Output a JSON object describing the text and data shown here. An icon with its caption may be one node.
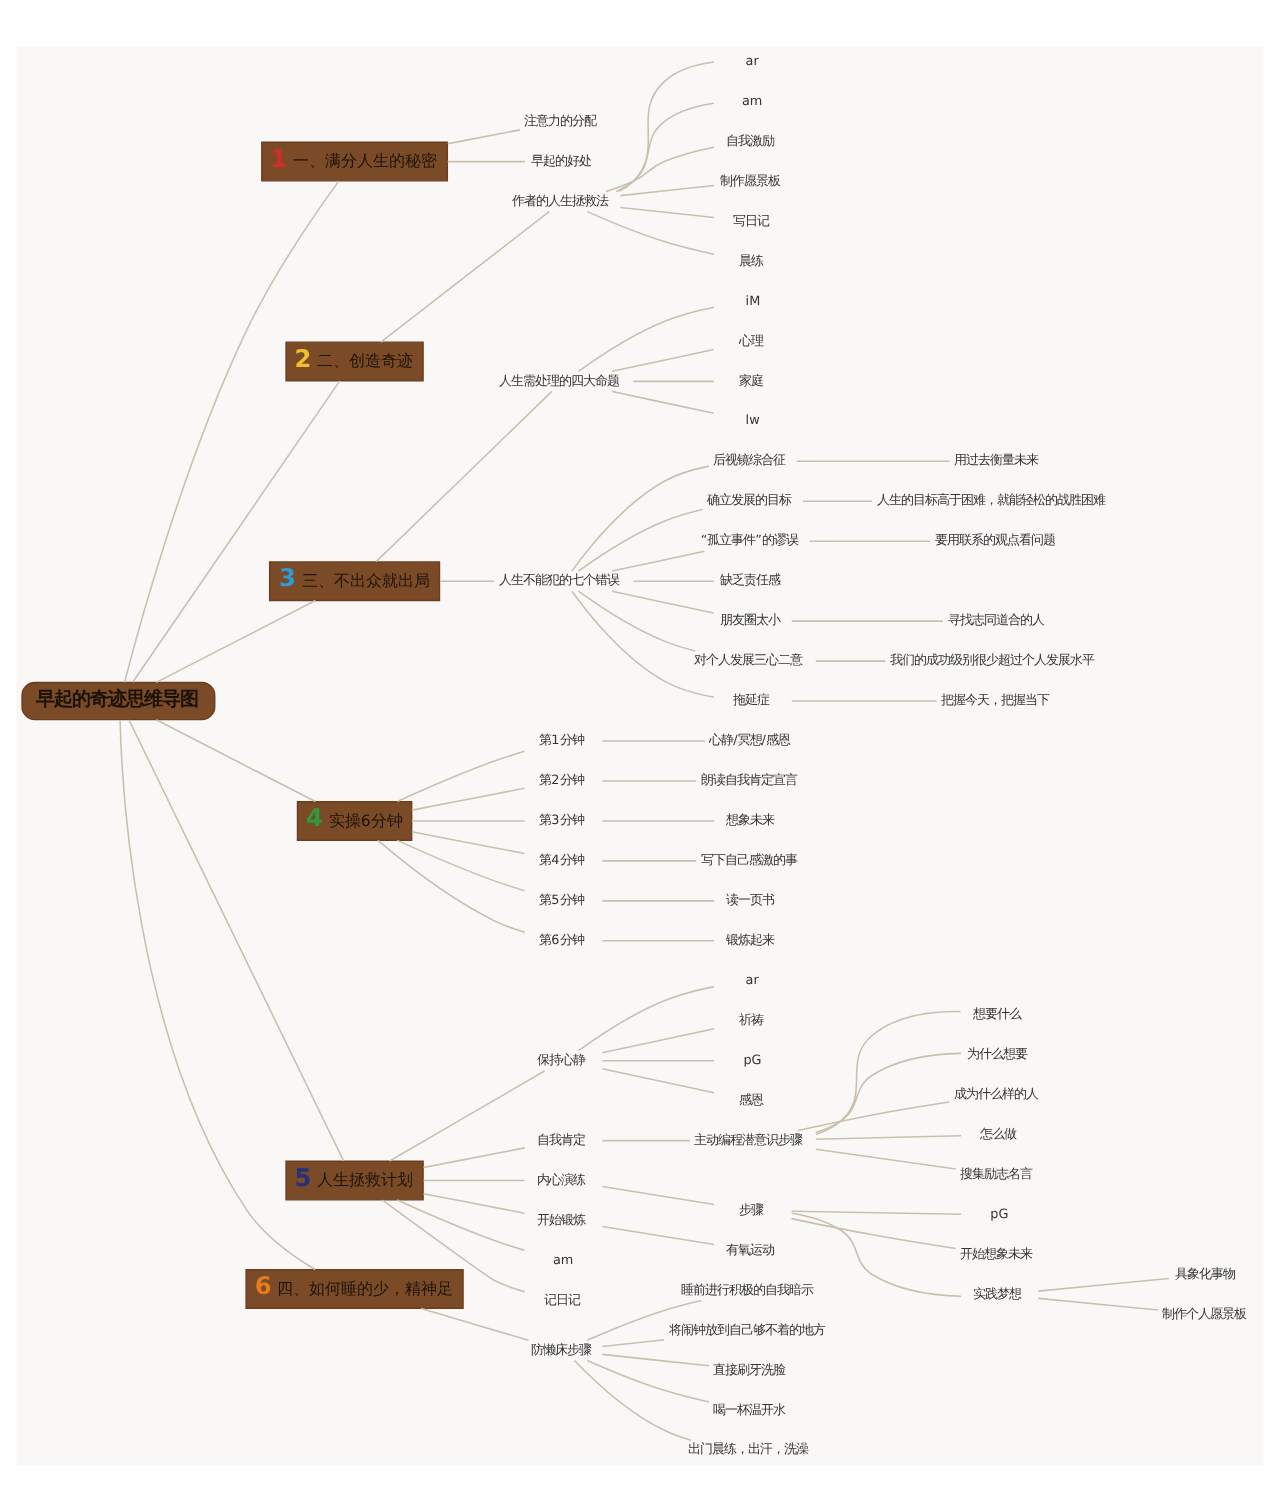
{
  "diagram": {
    "nodes": [
      {
        "text": [
          "早起的奇迹思维导图"
        ]
      },
      {
        "text": [
          "1",
          "一、满分人生的秘密"
        ]
      },
      {
        "text": [
          "注意力的分配"
        ]
      },
      {
        "text": [
          "早起的好处"
        ]
      },
      {
        "text": [
          "2",
          "二、创造奇迹"
        ]
      },
      {
        "text": [
          "作者的人生拯救法"
        ]
      },
      {
        "text": [
          "ar"
        ]
      },
      {
        "text": [
          "am"
        ]
      },
      {
        "text": [
          "自我激励"
        ]
      },
      {
        "text": [
          "制作愿景板"
        ]
      },
      {
        "text": [
          "写日记"
        ]
      },
      {
        "text": [
          "晨练"
        ]
      },
      {
        "text": [
          "3",
          "三、不出众就出局"
        ]
      },
      {
        "text": [
          "人生需处理的四大命题"
        ]
      },
      {
        "text": [
          "iM"
        ]
      },
      {
        "text": [
          "心理"
        ]
      },
      {
        "text": [
          "家庭"
        ]
      },
      {
        "text": [
          "lw"
        ]
      },
      {
        "text": [
          "人生不能犯的七个错误"
        ]
      },
      {
        "text": [
          "后视镜综合征"
        ]
      },
      {
        "text": [
          "用过去衡量未来"
        ]
      },
      {
        "text": [
          "确立发展的目标"
        ]
      },
      {
        "text": [
          "人生的目标高于困难，就能轻松的战胜困难"
        ]
      },
      {
        "text": [
          "“孤立事件”的谬误"
        ]
      },
      {
        "text": [
          "要用联系的观点看问题"
        ]
      },
      {
        "text": [
          "缺乏责任感"
        ]
      },
      {
        "text": [
          "朋友圈太小"
        ]
      },
      {
        "text": [
          "寻找志同道合的人"
        ]
      },
      {
        "text": [
          "对个人发展三心二意"
        ]
      },
      {
        "text": [
          "我们的成功级别很少超过个人发展水平"
        ]
      },
      {
        "text": [
          "拖延症"
        ]
      },
      {
        "text": [
          "把握今天，把握当下"
        ]
      },
      {
        "text": [
          "4",
          "实操6分钟"
        ]
      },
      {
        "text": [
          "第1分钟"
        ]
      },
      {
        "text": [
          "心静/冥想/感恩"
        ]
      },
      {
        "text": [
          "第2分钟"
        ]
      },
      {
        "text": [
          "朗读自我肯定宣言"
        ]
      },
      {
        "text": [
          "第3分钟"
        ]
      },
      {
        "text": [
          "想象未来"
        ]
      },
      {
        "text": [
          "第4分钟"
        ]
      },
      {
        "text": [
          "写下自己感激的事"
        ]
      },
      {
        "text": [
          "第5分钟"
        ]
      },
      {
        "text": [
          "读一页书"
        ]
      },
      {
        "text": [
          "第6分钟"
        ]
      },
      {
        "text": [
          "锻炼起来"
        ]
      },
      {
        "text": [
          "5",
          "人生拯救计划"
        ]
      },
      {
        "text": [
          "保持心静"
        ]
      },
      {
        "text": [
          "ar"
        ]
      },
      {
        "text": [
          "祈祷"
        ]
      },
      {
        "text": [
          "pG"
        ]
      },
      {
        "text": [
          "感恩"
        ]
      },
      {
        "text": [
          "自我肯定"
        ]
      },
      {
        "text": [
          "主动编程潜意识步骤"
        ]
      },
      {
        "text": [
          "想要什么"
        ]
      },
      {
        "text": [
          "为什么想要"
        ]
      },
      {
        "text": [
          "成为什么样的人"
        ]
      },
      {
        "text": [
          "怎么做"
        ]
      },
      {
        "text": [
          "搜集励志名言"
        ]
      },
      {
        "text": [
          "内心演练"
        ]
      },
      {
        "text": [
          "步骤"
        ]
      },
      {
        "text": [
          "pG"
        ]
      },
      {
        "text": [
          "开始想象未来"
        ]
      },
      {
        "text": [
          "实践梦想"
        ]
      },
      {
        "text": [
          "具象化事物"
        ]
      },
      {
        "text": [
          "制作个人愿景板"
        ]
      },
      {
        "text": [
          "开始锻炼"
        ]
      },
      {
        "text": [
          "有氧运动"
        ]
      },
      {
        "text": [
          "am"
        ]
      },
      {
        "text": [
          "记日记"
        ]
      },
      {
        "text": [
          "6",
          "四、如何睡的少，精神足"
        ]
      },
      {
        "text": [
          "防懒床步骤"
        ]
      },
      {
        "text": [
          "睡前进行积极的自我暗示"
        ]
      },
      {
        "text": [
          "将闹钟放到自己够不着的地方"
        ]
      },
      {
        "text": [
          "直接刷牙洗脸"
        ]
      },
      {
        "text": [
          "喝一杯温开水"
        ]
      },
      {
        "text": [
          "出门晨练，出汗，洗澡"
        ]
      }
    ],
    "edges": [
      {
        "from": 0,
        "to": 1,
        "arrow": "none"
      },
      {
        "from": 1,
        "to": 2,
        "arrow": "none"
      },
      {
        "from": 1,
        "to": 3,
        "arrow": "none"
      },
      {
        "from": 0,
        "to": 4,
        "arrow": "none"
      },
      {
        "from": 4,
        "to": 5,
        "arrow": "none"
      },
      {
        "from": 5,
        "to": 6,
        "arrow": "none"
      },
      {
        "from": 5,
        "to": 7,
        "arrow": "none"
      },
      {
        "from": 5,
        "to": 8,
        "arrow": "none"
      },
      {
        "from": 5,
        "to": 9,
        "arrow": "none"
      },
      {
        "from": 5,
        "to": 10,
        "arrow": "none"
      },
      {
        "from": 5,
        "to": 11,
        "arrow": "none"
      },
      {
        "from": 0,
        "to": 12,
        "arrow": "none"
      },
      {
        "from": 12,
        "to": 13,
        "arrow": "none"
      },
      {
        "from": 13,
        "to": 14,
        "arrow": "none"
      },
      {
        "from": 13,
        "to": 15,
        "arrow": "none"
      },
      {
        "from": 13,
        "to": 16,
        "arrow": "none"
      },
      {
        "from": 13,
        "to": 17,
        "arrow": "none"
      },
      {
        "from": 12,
        "to": 18,
        "arrow": "none"
      },
      {
        "from": 18,
        "to": 19,
        "arrow": "none"
      },
      {
        "from": 19,
        "to": 20,
        "arrow": "none"
      },
      {
        "from": 18,
        "to": 21,
        "arrow": "none"
      },
      {
        "from": 21,
        "to": 22,
        "arrow": "none"
      },
      {
        "from": 18,
        "to": 23,
        "arrow": "none"
      },
      {
        "from": 23,
        "to": 24,
        "arrow": "none"
      },
      {
        "from": 18,
        "to": 25,
        "arrow": "none"
      },
      {
        "from": 18,
        "to": 26,
        "arrow": "none"
      },
      {
        "from": 26,
        "to": 27,
        "arrow": "none"
      },
      {
        "from": 18,
        "to": 28,
        "arrow": "none"
      },
      {
        "from": 28,
        "to": 29,
        "arrow": "none"
      },
      {
        "from": 18,
        "to": 30,
        "arrow": "none"
      },
      {
        "from": 30,
        "to": 31,
        "arrow": "none"
      },
      {
        "from": 0,
        "to": 32,
        "arrow": "none"
      },
      {
        "from": 32,
        "to": 33,
        "arrow": "none"
      },
      {
        "from": 33,
        "to": 34,
        "arrow": "none"
      },
      {
        "from": 32,
        "to": 35,
        "arrow": "none"
      },
      {
        "from": 35,
        "to": 36,
        "arrow": "none"
      },
      {
        "from": 32,
        "to": 37,
        "arrow": "none"
      },
      {
        "from": 37,
        "to": 38,
        "arrow": "none"
      },
      {
        "from": 32,
        "to": 39,
        "arrow": "none"
      },
      {
        "from": 39,
        "to": 40,
        "arrow": "none"
      },
      {
        "from": 32,
        "to": 41,
        "arrow": "none"
      },
      {
        "from": 41,
        "to": 42,
        "arrow": "none"
      },
      {
        "from": 32,
        "to": 43,
        "arrow": "none"
      },
      {
        "from": 43,
        "to": 44,
        "arrow": "none"
      },
      {
        "from": 0,
        "to": 45,
        "arrow": "none"
      },
      {
        "from": 45,
        "to": 46,
        "arrow": "none"
      },
      {
        "from": 46,
        "to": 47,
        "arrow": "none"
      },
      {
        "from": 46,
        "to": 48,
        "arrow": "none"
      },
      {
        "from": 46,
        "to": 49,
        "arrow": "none"
      },
      {
        "from": 46,
        "to": 50,
        "arrow": "none"
      },
      {
        "from": 45,
        "to": 51,
        "arrow": "none"
      },
      {
        "from": 51,
        "to": 52,
        "arrow": "none"
      },
      {
        "from": 52,
        "to": 53,
        "arrow": "none"
      },
      {
        "from": 52,
        "to": 54,
        "arrow": "none"
      },
      {
        "from": 52,
        "to": 55,
        "arrow": "none"
      },
      {
        "from": 52,
        "to": 56,
        "arrow": "none"
      },
      {
        "from": 52,
        "to": 57,
        "arrow": "none"
      },
      {
        "from": 45,
        "to": 58,
        "arrow": "none"
      },
      {
        "from": 58,
        "to": 59,
        "arrow": "none"
      },
      {
        "from": 59,
        "to": 60,
        "arrow": "none"
      },
      {
        "from": 59,
        "to": 61,
        "arrow": "none"
      },
      {
        "from": 59,
        "to": 62,
        "arrow": "none"
      },
      {
        "from": 62,
        "to": 63,
        "arrow": "none"
      },
      {
        "from": 62,
        "to": 64,
        "arrow": "none"
      },
      {
        "from": 45,
        "to": 65,
        "arrow": "none"
      },
      {
        "from": 65,
        "to": 66,
        "arrow": "none"
      },
      {
        "from": 45,
        "to": 67,
        "arrow": "none"
      },
      {
        "from": 45,
        "to": 68,
        "arrow": "none"
      },
      {
        "from": 0,
        "to": 69,
        "arrow": "none"
      },
      {
        "from": 69,
        "to": 70,
        "arrow": "none"
      },
      {
        "from": 70,
        "to": 71,
        "arrow": "none"
      },
      {
        "from": 70,
        "to": 72,
        "arrow": "none"
      },
      {
        "from": 70,
        "to": 73,
        "arrow": "none"
      },
      {
        "from": 70,
        "to": 74,
        "arrow": "none"
      },
      {
        "from": 70,
        "to": 75,
        "arrow": "none"
      }
    ]
  }
}
